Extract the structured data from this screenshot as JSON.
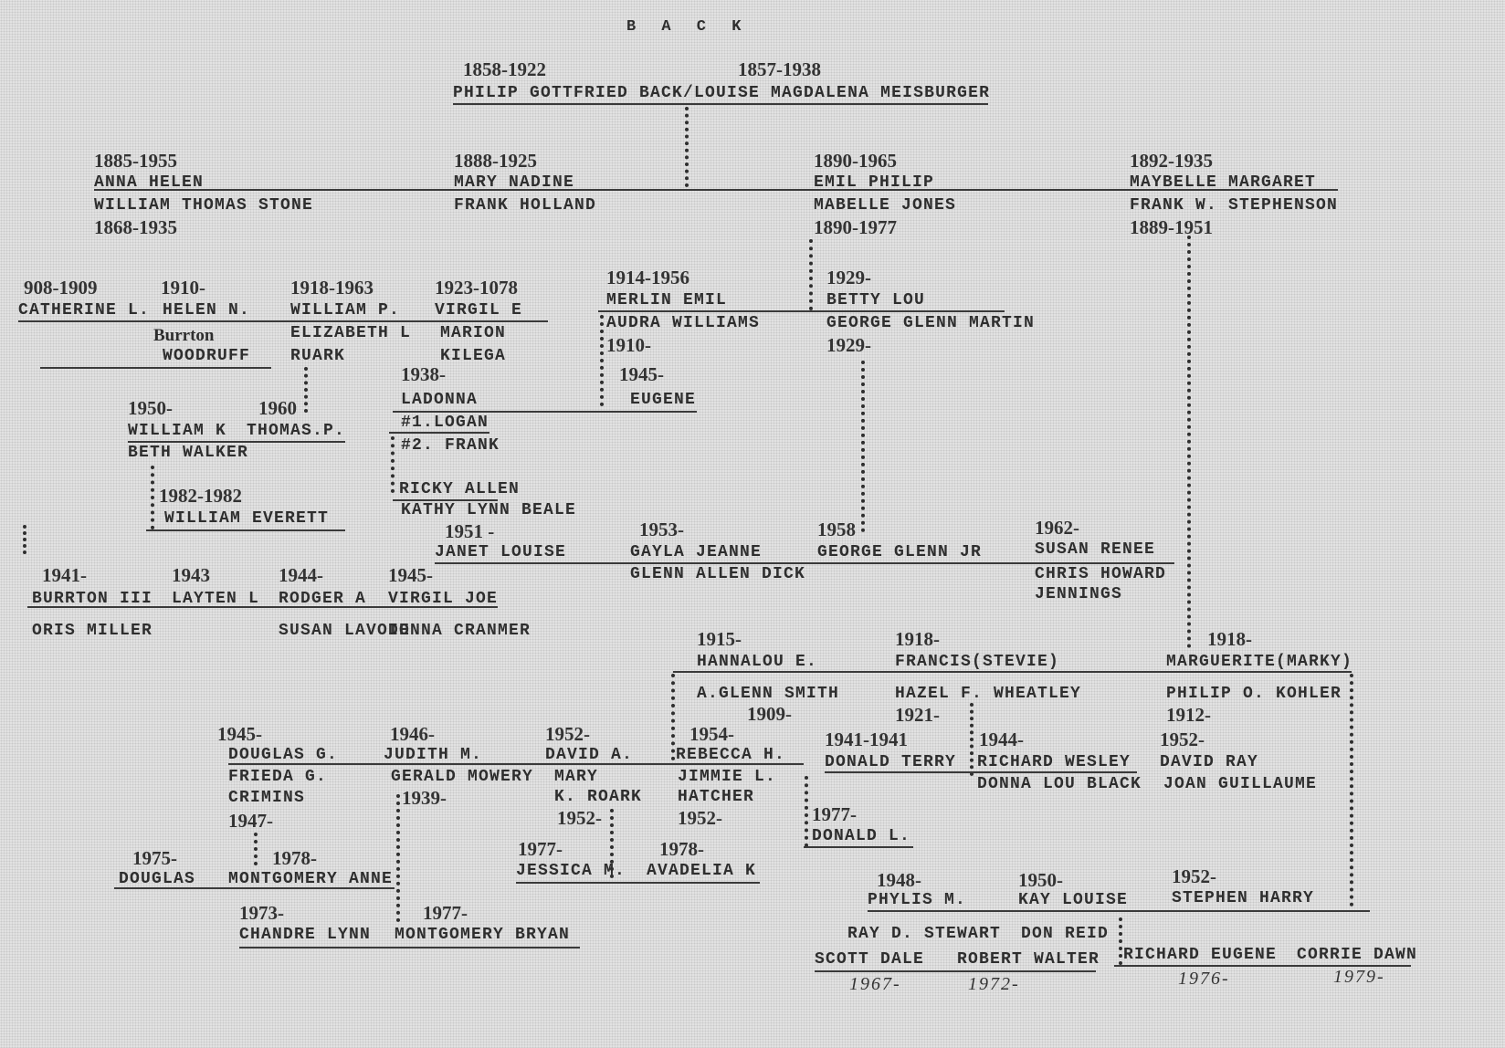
{
  "title": "B A C K",
  "root": {
    "birth1": "1858-1922",
    "birth2": "1857-1938",
    "names": "PHILIP GOTTFRIED BACK/LOUISE MAGDALENA MEISBURGER"
  },
  "g2": [
    [
      "1885-1955",
      "ANNA HELEN",
      "WILLIAM THOMAS STONE",
      "1868-1935"
    ],
    [
      "1888-1925",
      "MARY NADINE",
      "FRANK HOLLAND"
    ],
    [
      "1890-1965",
      "EMIL PHILIP",
      "MABELLE JONES",
      "1890-1977"
    ],
    [
      "1892-1935",
      "MAYBELLE MARGARET",
      "FRANK W. STEPHENSON",
      "1889-1951"
    ]
  ],
  "stone_children": [
    [
      "908-1909",
      "CATHERINE L."
    ],
    [
      "1910-",
      "HELEN N.",
      "Burrton",
      "WOODRUFF"
    ],
    [
      "1918-1963",
      "WILLIAM P.",
      "ELIZABETH L",
      "RUARK"
    ],
    [
      "1923-1078",
      "VIRGIL E",
      "MARION",
      "KILEGA"
    ]
  ],
  "woodruff_children": [
    [
      "1941-",
      "BURRTON III",
      "ORIS MILLER"
    ],
    [
      "1943",
      "LAYTEN L"
    ],
    [
      "1944-",
      "RODGER A",
      "SUSAN LAVOIE"
    ],
    [
      "1945-",
      "VIRGIL JOE",
      "DONNA CRANMER"
    ]
  ],
  "william_p_children": [
    [
      "1950-",
      "WILLIAM K",
      "BETH WALKER"
    ],
    [
      "1960",
      "THOMAS.P."
    ]
  ],
  "william_k_children": [
    [
      "1982-1982",
      "WILLIAM EVERETT"
    ]
  ],
  "virgil_children": [
    [
      "1938-",
      "LADONNA",
      "#1.LOGAN",
      "#2. FRANK"
    ]
  ],
  "ladonna_children": [
    [
      "RICKY ALLEN",
      "KATHY LYNN BEALE"
    ]
  ],
  "emil_children": [
    [
      "1914-1956",
      "MERLIN EMIL",
      "AUDRA WILLIAMS",
      "1910-"
    ],
    [
      "1929-",
      "BETTY LOU",
      "GEORGE GLENN MARTIN",
      "1929-"
    ]
  ],
  "merlin_children": [
    [
      "1945-",
      "EUGENE"
    ]
  ],
  "betty_children": [
    [
      "1951 -",
      "JANET LOUISE"
    ],
    [
      "1953-",
      "GAYLA JEANNE",
      "GLENN ALLEN DICK"
    ],
    [
      "1958",
      "GEORGE GLENN JR"
    ],
    [
      "1962-",
      "SUSAN RENEE",
      "CHRIS HOWARD",
      "JENNINGS"
    ]
  ],
  "maybelle_children": [
    [
      "1915-",
      "HANNALOU E.",
      "A.GLENN SMITH",
      "1909-"
    ],
    [
      "1918-",
      "FRANCIS(STEVIE)",
      "HAZEL F. WHEATLEY",
      "1921-"
    ],
    [
      "1918-",
      "MARGUERITE(MARKY)",
      "PHILIP O. KOHLER",
      "1912-"
    ]
  ],
  "hannalou_children": [
    [
      "1945-",
      "DOUGLAS G.",
      "FRIEDA G.",
      "CRIMINS",
      "1947-"
    ],
    [
      "1946-",
      "JUDITH M.",
      "GERALD MOWERY",
      "1939-"
    ],
    [
      "1952-",
      "DAVID A.",
      "MARY",
      "K. ROARK",
      "1952-"
    ],
    [
      "1954-",
      "REBECCA H.",
      "JIMMIE L.",
      "HATCHER",
      "1952-"
    ]
  ],
  "douglas_children": [
    [
      "1975-",
      "DOUGLAS"
    ],
    [
      "1978-",
      "MONTGOMERY ANNE"
    ]
  ],
  "judith_children": [
    [
      "1973-",
      "CHANDRE LYNN"
    ],
    [
      "1977-",
      "MONTGOMERY BRYAN"
    ]
  ],
  "david_a_children": [
    [
      "1977-",
      "JESSICA M."
    ],
    [
      "1978-",
      "AVADELIA K"
    ]
  ],
  "rebecca_children": [
    [
      "1977-",
      "DONALD L."
    ]
  ],
  "francis_children": [
    [
      "1941-1941",
      "DONALD TERRY"
    ],
    [
      "1944-",
      "RICHARD WESLEY",
      "DONNA LOU BLACK"
    ]
  ],
  "marguerite_children": [
    [
      "1952-",
      "DAVID RAY",
      "JOAN GUILLAUME"
    ],
    [
      "1948-",
      "PHYLIS M.",
      "RAY D. STEWART"
    ],
    [
      "1950-",
      "KAY LOUISE",
      "DON REID"
    ],
    [
      "1952-",
      "STEPHEN HARRY"
    ]
  ],
  "kohler_grandchildren": [
    [
      "SCOTT DALE",
      "1967-"
    ],
    [
      "ROBERT WALTER",
      "1972-"
    ],
    [
      "RICHARD EUGENE",
      "1976-"
    ],
    [
      "CORRIE DAWN",
      "1979-"
    ]
  ]
}
